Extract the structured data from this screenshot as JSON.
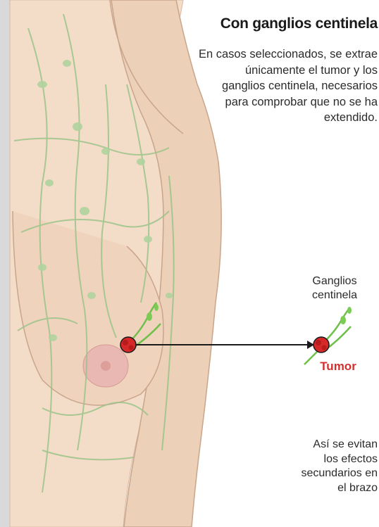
{
  "title": "Con ganglios centinela",
  "description": [
    "En casos seleccionados, se extrae",
    "únicamente el tumor y los",
    "ganglios centinela, necesarios",
    "para comprobar que no se ha",
    "extendido."
  ],
  "labels": {
    "ganglios": [
      "Ganglios",
      "centinela"
    ],
    "tumor": "Tumor"
  },
  "footer_note": [
    "Así se evitan",
    "los efectos",
    "secundarios en",
    "el brazo"
  ],
  "colors": {
    "skin": "#f3ddc8",
    "skin_outline": "#c9a58c",
    "lymph": "#9cc48a",
    "node_highlight": "#6fbf4a",
    "tumor": "#d62828",
    "tumor_label": "#d32f2f",
    "arrow": "#1a1a1a"
  }
}
